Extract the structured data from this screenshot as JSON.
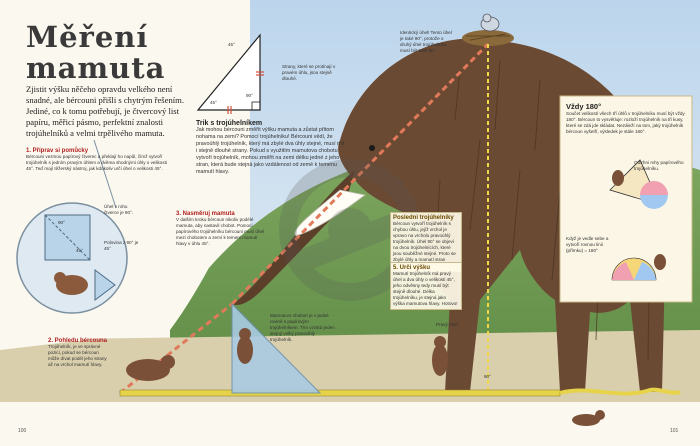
{
  "title_line1": "Měření",
  "title_line2": "mamuta",
  "intro": "Zjistit výšku něčeho opravdu velkého není snadné, ale bércouni přišli s chytrým řešením. Jediné, co k tomu potřebují, je čtvercový list papíru, měřicí pásmo, perfektní znalosti trojúhelníků a velmi trpělivého mamuta.",
  "step1": {
    "heading": "1. Příprav si pomůcky",
    "text": "Bércouni vezmou papírový čtverec a překlají ho napůl, čímž vytvoří trojúhelník s jedním pravým úhlem a dvěma shodnými úhly o velikosti 45°. Teď mají těžerský nástroj, jak kdokoliv určí úhel o velikosti 45°."
  },
  "circle_labels": {
    "right_angle_note": "Úhel v rohu čtverce je 90°.",
    "half_note": "Polovina z 90° je 45°",
    "angle_90": "90°",
    "angle_45": "45°"
  },
  "trick": {
    "heading": "Trik s trojúhelníkem",
    "text": "Jak mohou bércouni změřit výšku mamuta a zůstat přitom nohama na zemi? Pomocí trojúhelníku! Bércouni vědí, že pravoúhlý trojúhelník, který má zbylé dva úhly stejné, musí mít i stejně dlouhé strany. Pokud s využitím mamutova chobotu vytvoří trojúhelník, mohou změřit na zemi délku jedné z jeho stran, která bude stejná jako vzdálenost od země k temenu mamutí hlavy.",
    "sides_note": "Strany, které se protínají v pravém úhlu, jsou stejně dlouhé.",
    "angle_45": "45°",
    "angle_90": "90°",
    "angle_45b": "45°"
  },
  "step2": {
    "heading": "2. Pohledu bércouna",
    "text": "Trojúhelník, je ve správné pozici, pokud se bércoun může dívat podél jeho strany až na vrchol mamutí hlavy."
  },
  "step3": {
    "heading": "3. Nasměruj mamuta",
    "text": "V dalším kroku bércoun nikoliv podélé mamuta, aby nastavil chobot. Pomocí papírového trojúhelníku bércouni musí úhel mezi chobotem a zemí k temeni mamutí hlavy v úhlu 45°."
  },
  "step4": {
    "heading": "Posledni trojúhelníky",
    "text": "Bércoun vytvoří trojúhelník s chybou úhlu, jejíž vrchol je vpravo na vrcholu pravoúhlý trojúhelník. Úhel 90° se objeví na dvou trojúhelnících, které jsou souběžné stejné. Proto se zbylé úhly a mamutí stran stejné."
  },
  "step5": {
    "heading": "5. Urči výšku",
    "text": "Mamutí trojúhelník má pravý úhel a dva úhly o velikosti 45°, jeho odvěsny tedy musí být stejně dlouhé. Délka trojúhelníku, je stejná jako výška mamutova hlavy. Hotovo!"
  },
  "identical_angle_note": "Identický úhel! Tento úhel je také 90°, protože o druhý úhel trojúhelníku musí být také 90°.",
  "angle_90_small": "90°",
  "pravy_uhel": "Pravý úhel",
  "mamutova_note": "Mamutovo chobotí je v jedné rovině s papírovým trojúhelníkem. Tím vzniká jeden stejný velký pravoúhlý trojúhelník.",
  "vzdy": {
    "heading": "Vždy 180°",
    "text": "Součet velikostí všech tří úhlů v trojúhelníku musí být vždy 180°. Bércoun to vysvětluje: rozloží trojúhelník na tři kusy, které se zdá jde skládat. Nezáleží na tom, jaký trojúhelník bércoun vyšetří, výsledek je stále 180°.",
    "note_top": "Odtrhni rohy papírového trojúhelníku.",
    "note_bottom": "Když je vedle sebe a vytvoří rovnou linii (přímku) = 180°"
  },
  "page_left": "100",
  "page_right": "101",
  "colors": {
    "sky": "#a9c9e6",
    "mammoth": "#6b4a33",
    "accent_red": "#d94c3a",
    "rope": "#e6d34a",
    "ground": "#c9b98f"
  }
}
